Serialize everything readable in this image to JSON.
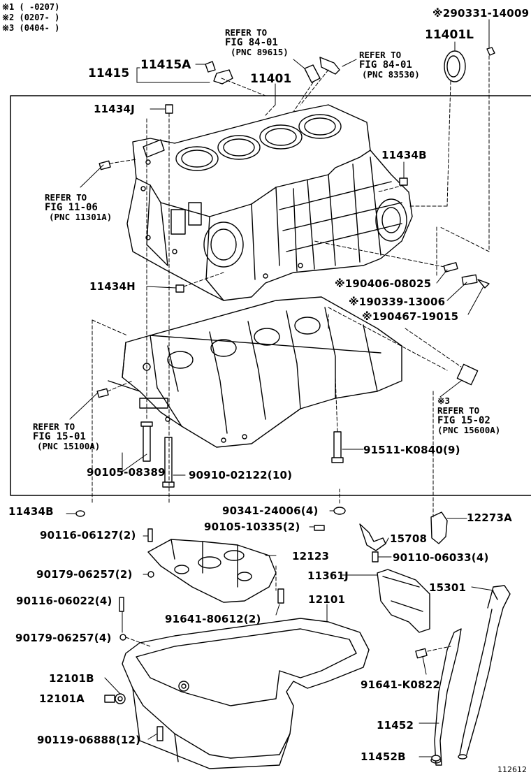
{
  "legend": [
    {
      "mark": "※1",
      "range": "(      -0207)"
    },
    {
      "mark": "※2",
      "range": "(0207-      )"
    },
    {
      "mark": "※3",
      "range": "(0404-      )"
    }
  ],
  "refs": {
    "fig84_left": {
      "line1": "REFER TO",
      "line2": "FIG 84-01",
      "line3": "(PNC 89615)"
    },
    "fig84_right": {
      "line1": "REFER TO",
      "line2": "FIG 84-01",
      "line3": "(PNC 83530)"
    },
    "fig11": {
      "line1": "REFER TO",
      "line2": "FIG 11-06",
      "line3": "(PNC 11301A)"
    },
    "fig15_01": {
      "line1": "REFER TO",
      "line2": "FIG 15-01",
      "line3": "(PNC 15100A)"
    },
    "fig15_02": {
      "mark": "※3",
      "line1": "REFER TO",
      "line2": "FIG 15-02",
      "line3": "(PNC 15600A)"
    }
  },
  "parts": {
    "p11415": "11415",
    "p11415A": "11415A",
    "p11401": "11401",
    "p11401L": "11401L",
    "p90331": "※290331-14009",
    "p11434J": "11434J",
    "p11434B_top": "11434B",
    "p11434H": "11434H",
    "p90406": "※190406-08025",
    "p90339": "※190339-13006",
    "p90467": "※190467-19015",
    "p90105_08389": "90105-08389",
    "p90910": "90910-02122(10)",
    "p91511": "91511-K0840(9)",
    "p11434B_mid": "11434B",
    "p90341": "90341-24006(4)",
    "p90105_10335": "90105-10335(2)",
    "p12273A": "12273A",
    "p90116_06127": "90116-06127(2)",
    "p15708": "15708",
    "p90110": "90110-06033(4)",
    "p12123": "12123",
    "p90179_a": "90179-06257(2)",
    "p11361J": "11361J",
    "p15301": "15301",
    "p90116_06022": "90116-06022(4)",
    "p12101": "12101",
    "p91641_80612": "91641-80612(2)",
    "p90179_b": "90179-06257(4)",
    "p12101B": "12101B",
    "p12101A": "12101A",
    "p91641_K0822": "91641-K0822",
    "p11452": "11452",
    "p90119": "90119-06888(12)",
    "p11452B": "11452B"
  },
  "figure_number": "112612"
}
